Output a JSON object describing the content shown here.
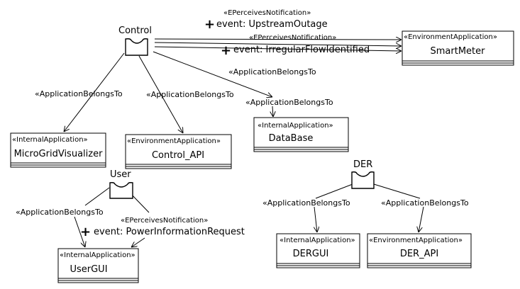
{
  "roles": {
    "control": "Control",
    "user": "User",
    "der": "DER"
  },
  "applications": {
    "smartmeter": {
      "stereotype": "«EnvironmentApplication»",
      "name": "SmartMeter"
    },
    "microgrid": {
      "stereotype": "«InternalApplication»",
      "name": "MicroGridVisualizer"
    },
    "control_api": {
      "stereotype": "«EnvironmentApplication»",
      "name": "Control_API"
    },
    "database": {
      "stereotype": "«InternalApplication»",
      "name": "DataBase"
    },
    "usergui": {
      "stereotype": "«InternalApplication»",
      "name": "UserGUI"
    },
    "dergui": {
      "stereotype": "«InternalApplication»",
      "name": "DERGUI"
    },
    "der_api": {
      "stereotype": "«EnvironmentApplication»",
      "name": "DER_API"
    }
  },
  "labels": {
    "belongs": "«ApplicationBelongsTo",
    "perceives": "«EPerceivesNotification»",
    "plus": "+",
    "event_upstream": "event:  UpstreamOutage",
    "event_irregular": "event:  IrregularFlowIdentified",
    "event_power": "event:  PowerInformationRequest"
  }
}
